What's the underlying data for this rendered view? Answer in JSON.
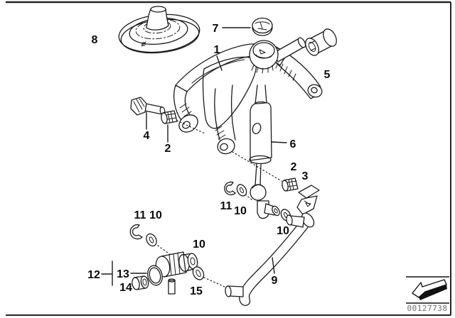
{
  "callouts": [
    {
      "label": "8"
    },
    {
      "label": "7"
    },
    {
      "label": "1"
    },
    {
      "label": "5"
    },
    {
      "label": "4"
    },
    {
      "label": "2"
    },
    {
      "label": "6"
    },
    {
      "label": "2"
    },
    {
      "label": "3"
    },
    {
      "label": "11"
    },
    {
      "label": "10"
    },
    {
      "label": "11"
    },
    {
      "label": "10"
    },
    {
      "label": "10"
    },
    {
      "label": "12"
    },
    {
      "label": "13"
    },
    {
      "label": "14"
    },
    {
      "label": "15"
    },
    {
      "label": "10"
    },
    {
      "label": "9"
    }
  ],
  "stamp": {
    "number": "00127738",
    "arrow_icon": "back-arrow"
  }
}
